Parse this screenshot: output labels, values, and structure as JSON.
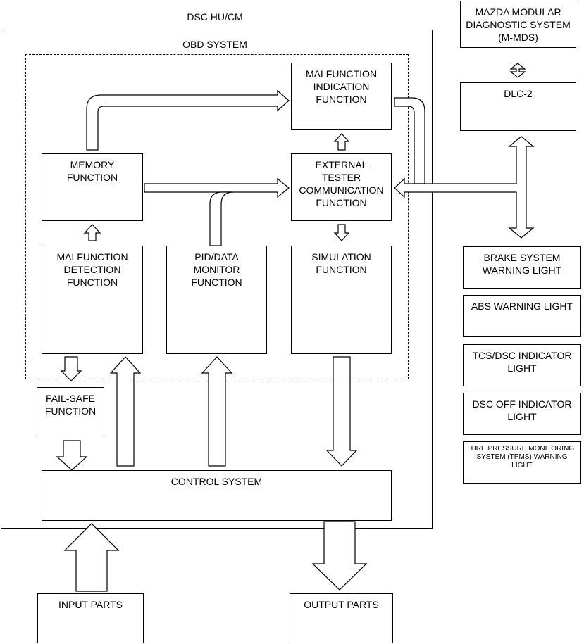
{
  "unit_label": "DSC HU/CM",
  "obd_label": "OBD SYSTEM",
  "boxes": {
    "malfunction_indication": "MALFUNCTION\nINDICATION\nFUNCTION",
    "memory": "MEMORY\nFUNCTION",
    "external_tester": "EXTERNAL\nTESTER\nCOMMUNICATION\nFUNCTION",
    "malfunction_detection": "MALFUNCTION\nDETECTION\nFUNCTION",
    "pid_data_monitor": "PID/DATA\nMONITOR\nFUNCTION",
    "simulation": "SIMULATION\nFUNCTION",
    "fail_safe": "FAIL-SAFE\nFUNCTION",
    "control_system": "CONTROL SYSTEM",
    "input_parts": "INPUT PARTS",
    "output_parts": "OUTPUT PARTS",
    "m_mds": "MAZDA MODULAR\nDIAGNOSTIC SYSTEM\n(M-MDS)",
    "dlc2": "DLC-2",
    "brake_warning": "BRAKE SYSTEM\nWARNING LIGHT",
    "abs_warning": "ABS WARNING LIGHT",
    "tcs_dsc_indicator": "TCS/DSC INDICATOR\nLIGHT",
    "dsc_off_indicator": "DSC OFF INDICATOR\nLIGHT",
    "tpms_warning": "TIRE PRESSURE MONITORING\nSYSTEM (TPMS) WARNING\nLIGHT"
  }
}
